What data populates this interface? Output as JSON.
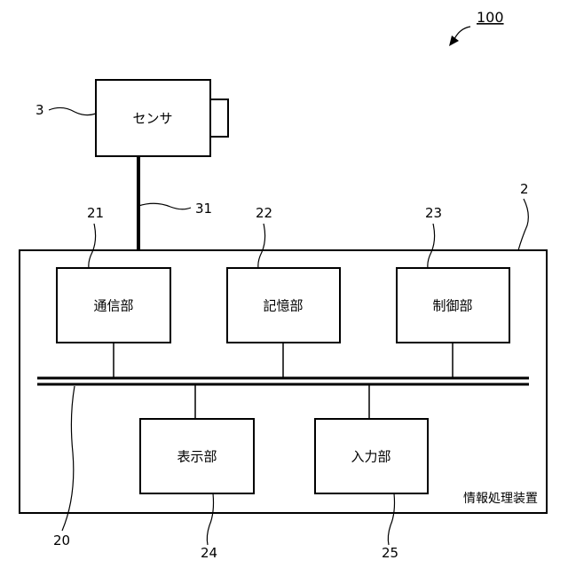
{
  "figure_ref": "100",
  "sensor": {
    "label": "センサ",
    "ref": "3",
    "cable_ref": "31"
  },
  "device": {
    "label": "情報処理装置",
    "ref": "2"
  },
  "bus": {
    "ref": "20"
  },
  "units": {
    "comm": {
      "label": "通信部",
      "ref": "21"
    },
    "storage": {
      "label": "記憶部",
      "ref": "22"
    },
    "control": {
      "label": "制御部",
      "ref": "23"
    },
    "display": {
      "label": "表示部",
      "ref": "24"
    },
    "input": {
      "label": "入力部",
      "ref": "25"
    }
  }
}
